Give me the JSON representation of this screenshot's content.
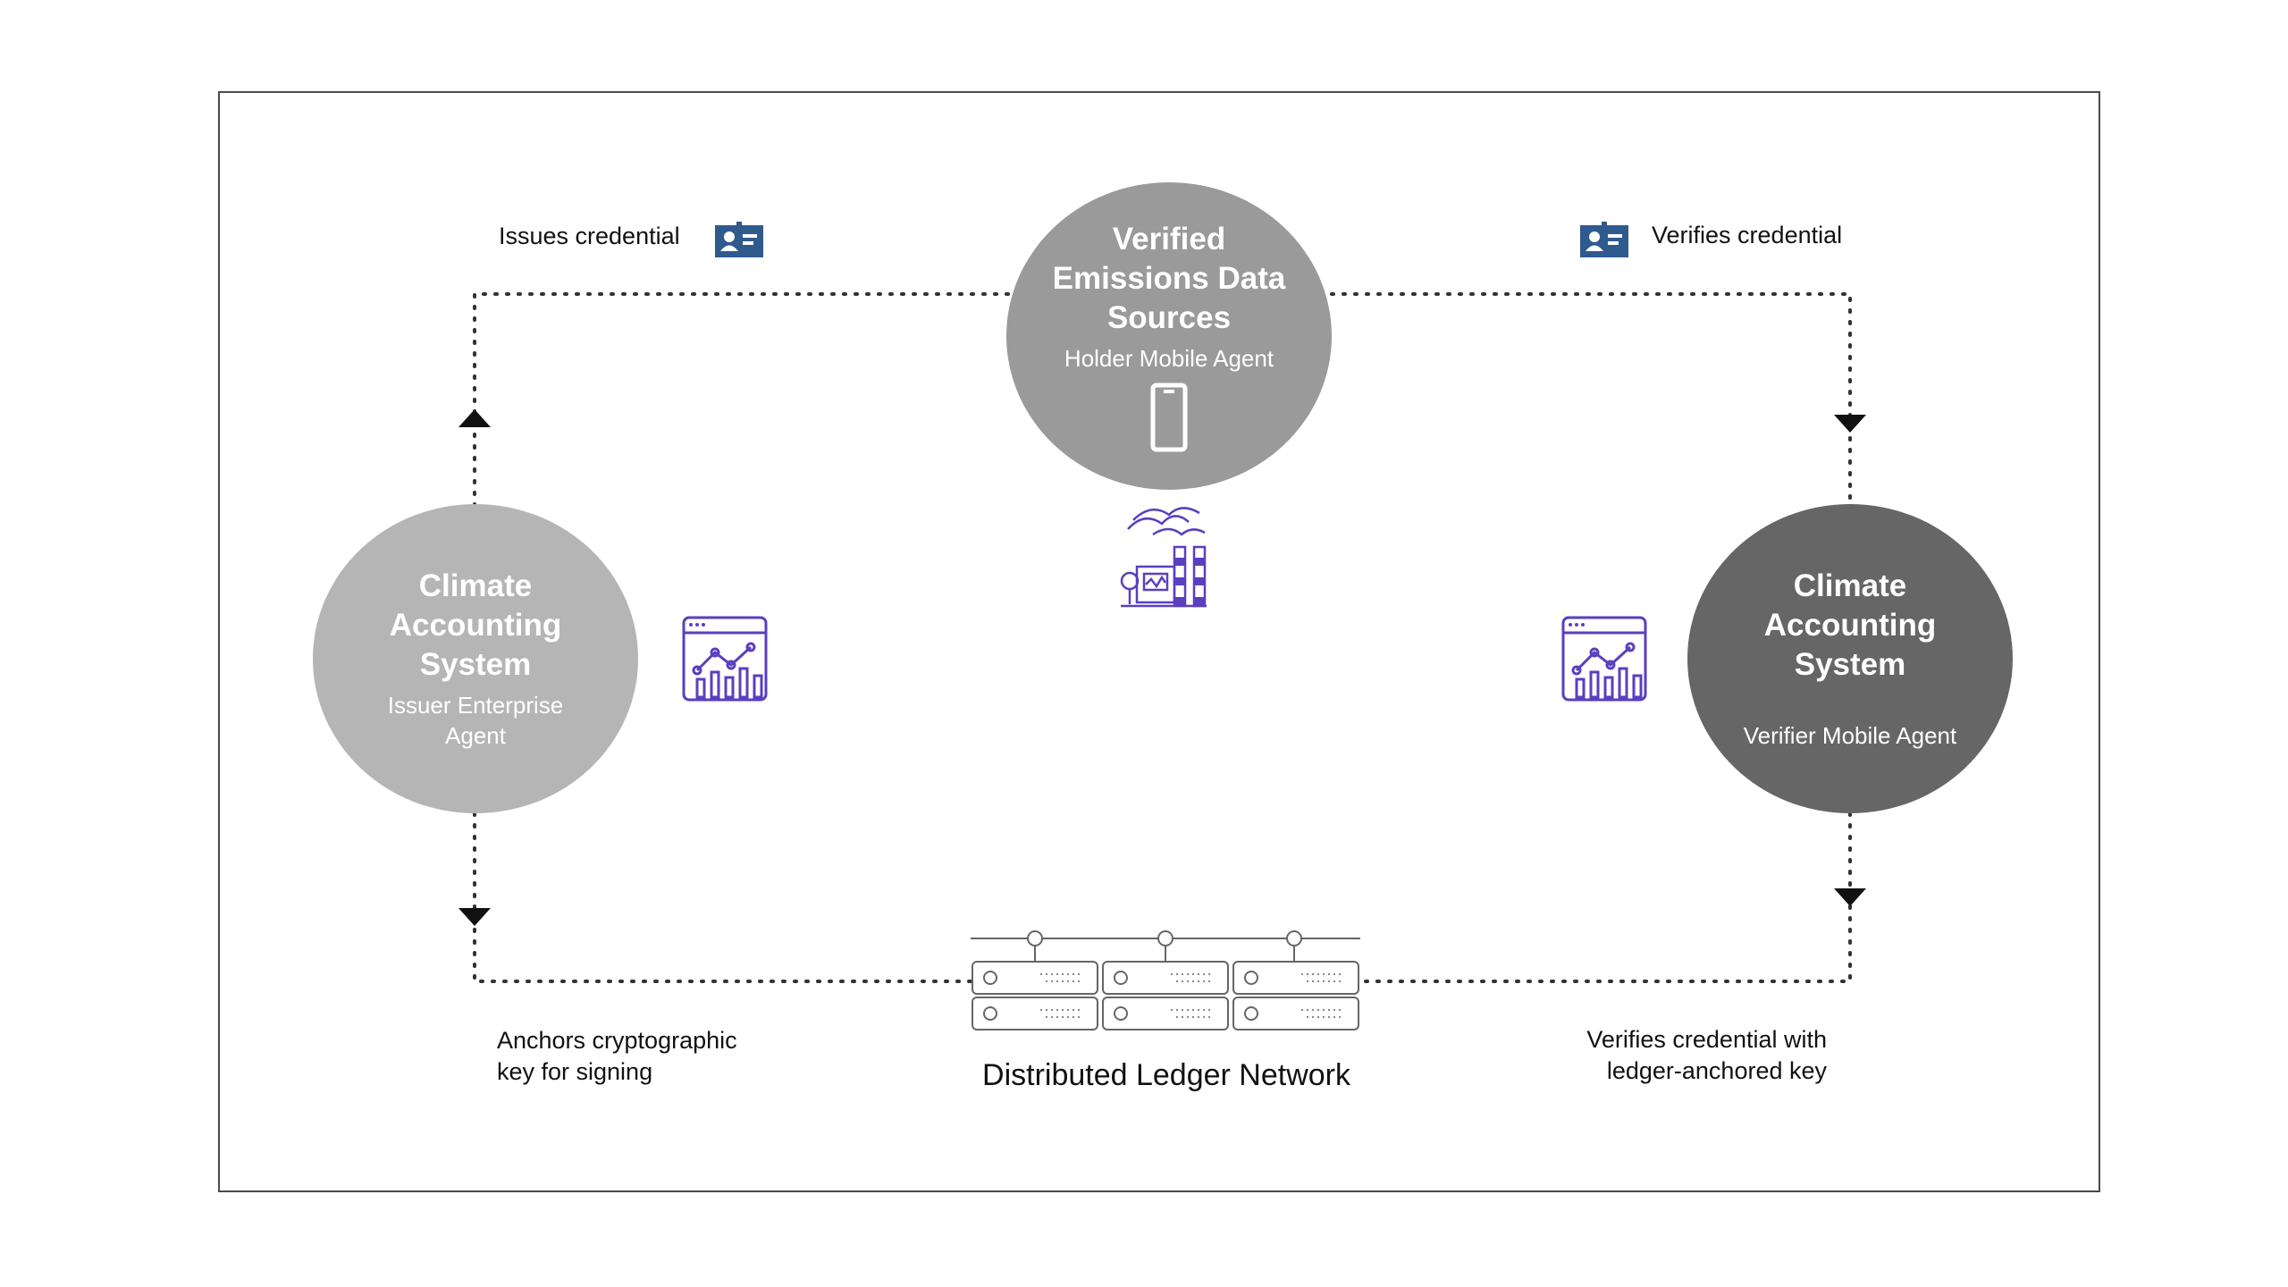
{
  "nodes": {
    "holder": {
      "title": "Verified Emissions Data Sources",
      "subtitle": "Holder Mobile Agent",
      "color": "#9a9a9a"
    },
    "issuer": {
      "title": "Climate Accounting System",
      "subtitle": "Issuer Enterprise Agent",
      "color": "#b5b5b5"
    },
    "verifier": {
      "title": "Climate Accounting System",
      "subtitle": "Verifier Mobile Agent",
      "color": "#666666"
    }
  },
  "edges": {
    "issues": "Issues credential",
    "verifies": "Verifies credential",
    "anchors_l1": "Anchors cryptographic",
    "anchors_l2": "key for signing",
    "verifies_key_l1": "Verifies credential with",
    "verifies_key_l2": "ledger-anchored key"
  },
  "ledger": {
    "title": "Distributed Ledger Network"
  },
  "colors": {
    "accent_icon": "#5a3fc0",
    "badge": "#2f5a8e",
    "line": "#333333"
  },
  "icons": [
    "id-card-icon",
    "smartphone-icon",
    "factory-icon",
    "analytics-dashboard-icon",
    "server-rack-icon"
  ]
}
